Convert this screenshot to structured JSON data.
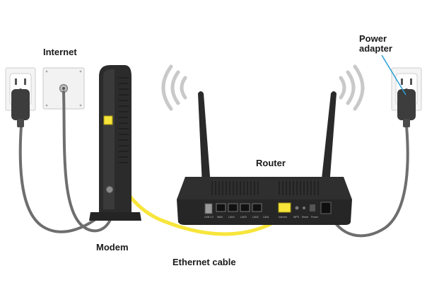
{
  "labels": {
    "internet": "Internet",
    "power_adapter_line1": "Power",
    "power_adapter_line2": "adapter",
    "router": "Router",
    "modem": "Modem",
    "ethernet_cable": "Ethernet cable"
  },
  "router_ports": {
    "usb": "USB 3.0",
    "wan": "WAN",
    "lan4": "LAN4",
    "lan3": "LAN3",
    "lan2": "LAN2",
    "lan1": "LAN1",
    "internet_port": "Internet",
    "wps": "WPS",
    "reset": "Reset",
    "power": "Power"
  },
  "colors": {
    "ethernet_cable": "#f7e53a",
    "power_cable": "#6e6e6e",
    "device_body": "#2b2b2b",
    "wifi_waves": "#c9c9c9",
    "callout_line": "#2a9fd8"
  }
}
